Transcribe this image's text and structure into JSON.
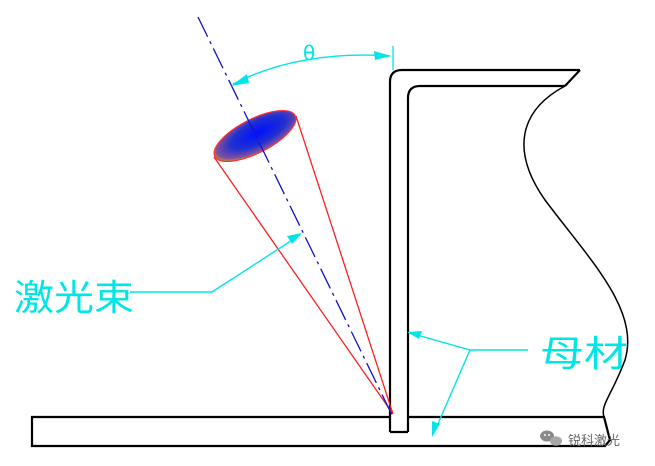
{
  "labels": {
    "angle": "θ",
    "laser_beam": "激光束",
    "base_material": "母材"
  },
  "watermark": {
    "text": "锐科激光",
    "icon": "wechat-icon"
  },
  "colors": {
    "outline": "#000000",
    "beam_cone": "#ff2020",
    "axis": "#0000cc",
    "annotation": "#00e5e5",
    "focus_center": "#0000ff",
    "focus_edge": "#e0d000"
  }
}
